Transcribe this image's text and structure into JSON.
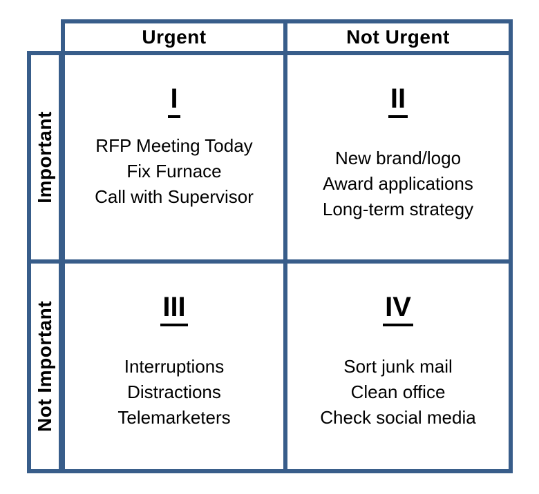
{
  "colors": {
    "border": "#385D8A",
    "text": "#000000",
    "background": "#FFFFFF"
  },
  "matrix": {
    "column_headers": [
      {
        "label": "Urgent"
      },
      {
        "label": "Not Urgent"
      }
    ],
    "row_headers": [
      {
        "label": "Important"
      },
      {
        "label": "Not Important"
      }
    ],
    "quadrants": [
      {
        "numeral": "I",
        "items": [
          "RFP Meeting Today",
          "Fix Furnace",
          "Call with Supervisor"
        ]
      },
      {
        "numeral": "II",
        "items": [
          "New brand/logo",
          "Award applications",
          "Long-term strategy"
        ]
      },
      {
        "numeral": "III",
        "items": [
          "Interruptions",
          "Distractions",
          "Telemarketers"
        ]
      },
      {
        "numeral": "IV",
        "items": [
          "Sort junk mail",
          "Clean office",
          "Check social media"
        ]
      }
    ]
  }
}
